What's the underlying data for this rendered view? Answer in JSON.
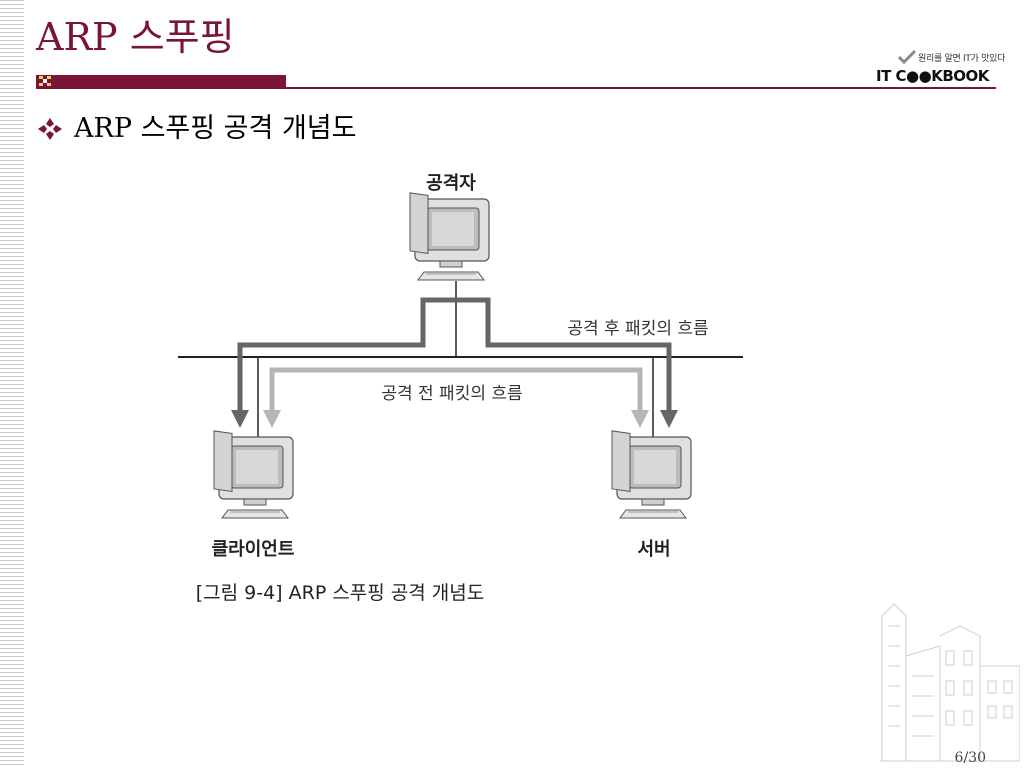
{
  "slide": {
    "title": "ARP 스푸핑",
    "bullet": "ARP 스푸핑 공격 개념도",
    "page_number": "6/30"
  },
  "logo": {
    "tagline": "원리를 알면 IT가 맛있다",
    "text": "IT C●●KBOOK"
  },
  "diagram": {
    "attacker_label": "공격자",
    "client_label": "클라이언트",
    "server_label": "서버",
    "after_attack_label": "공격 후 패킷의 흐름",
    "before_attack_label": "공격 전 패킷의 흐름",
    "caption": "[그림 9-4] ARP 스푸핑 공격 개념도"
  },
  "colors": {
    "title": "#7a1535",
    "after_attack_arrow": "#666666",
    "before_attack_arrow": "#b5b5b5"
  },
  "icons": [
    "bullet-diamond-icon",
    "computer-icon",
    "building-watermark-icon",
    "checkmark-icon"
  ]
}
